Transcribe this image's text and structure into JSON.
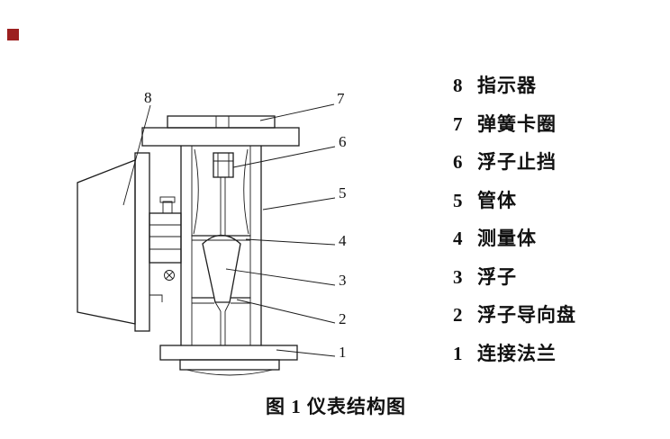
{
  "page": {
    "caption": "图 1 仪表结构图"
  },
  "legend": {
    "items": [
      {
        "num": "8",
        "label": "指示器"
      },
      {
        "num": "7",
        "label": "弹簧卡圈"
      },
      {
        "num": "6",
        "label": "浮子止挡"
      },
      {
        "num": "5",
        "label": "管体"
      },
      {
        "num": "4",
        "label": "测量体"
      },
      {
        "num": "3",
        "label": "浮子"
      },
      {
        "num": "2",
        "label": "浮子导向盘"
      },
      {
        "num": "1",
        "label": "连接法兰"
      }
    ]
  },
  "callouts": {
    "c8": "8",
    "c7": "7",
    "c6": "6",
    "c5": "5",
    "c4": "4",
    "c3": "3",
    "c2": "2",
    "c1": "1"
  },
  "colors": {
    "line": "#1c1c1c",
    "marker": "#9c1f1f"
  }
}
